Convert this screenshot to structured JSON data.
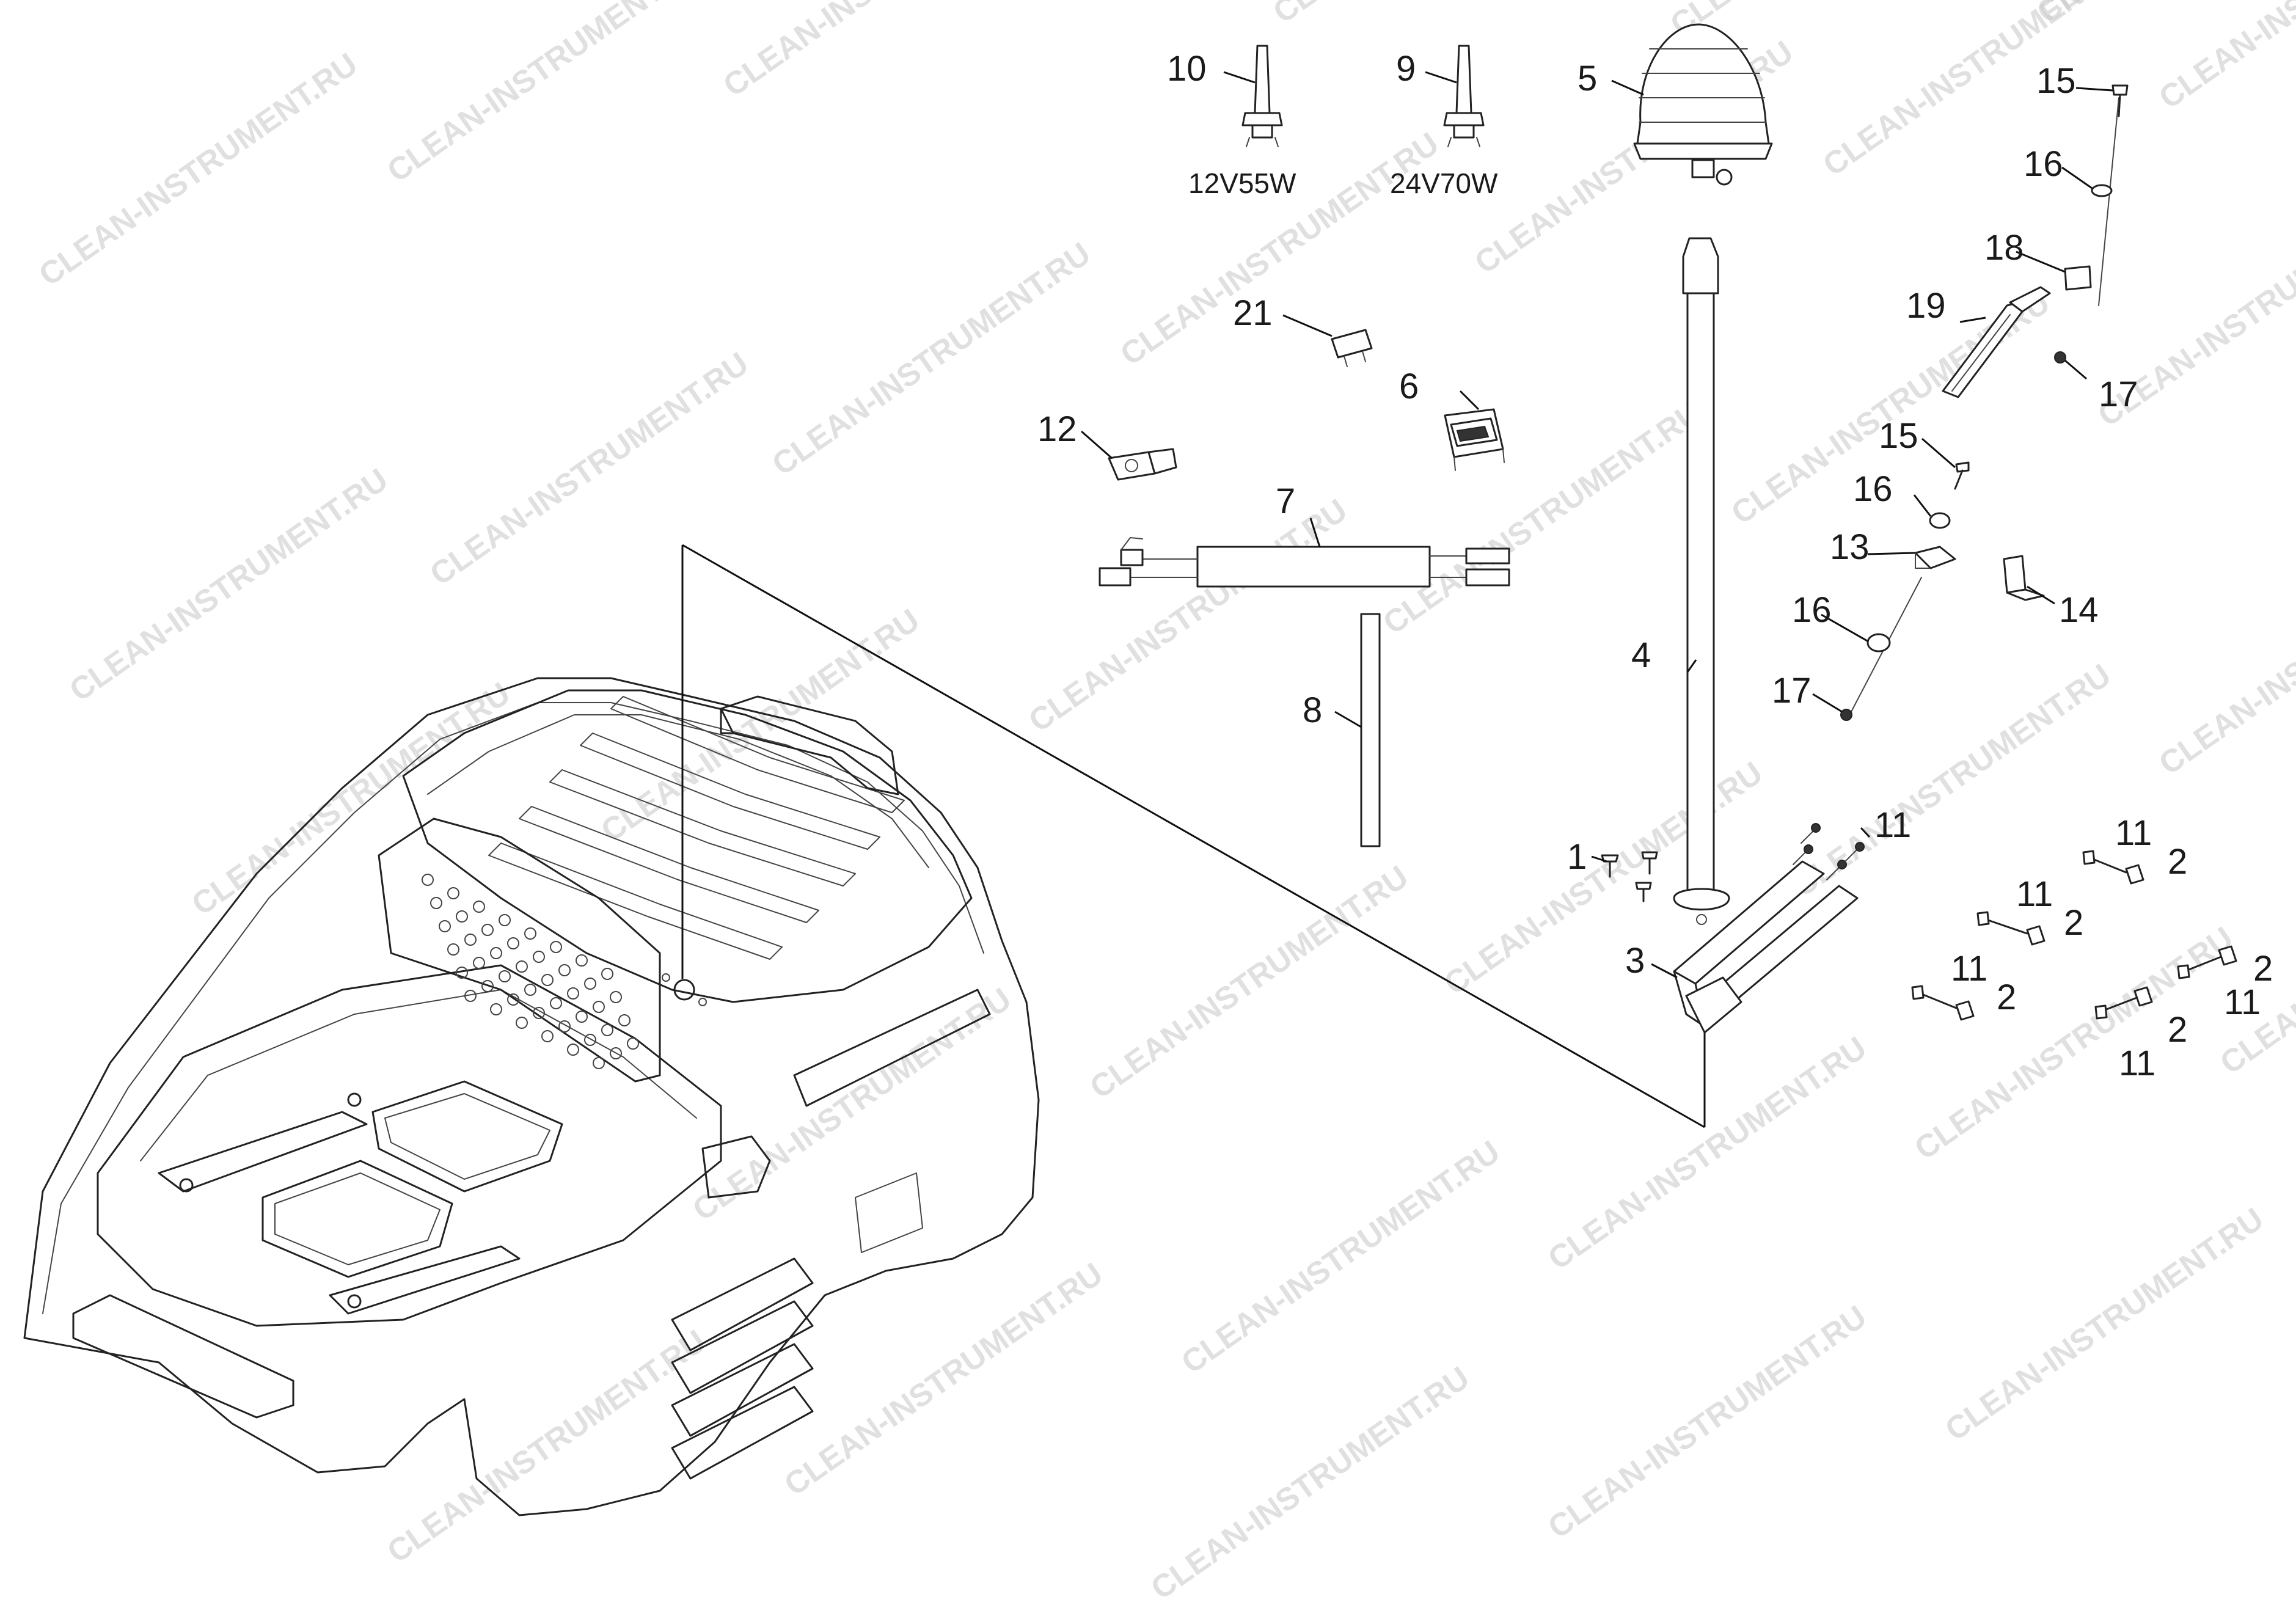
{
  "watermark": "CLEAN-INSTRUMENT.RU",
  "specs": {
    "bulb_10": "12V55W",
    "bulb_9": "24V70W"
  },
  "callouts": {
    "p1": "1",
    "p2": "2",
    "p3": "3",
    "p4": "4",
    "p5": "5",
    "p6": "6",
    "p7": "7",
    "p8": "8",
    "p9": "9",
    "p10": "10",
    "p11": "11",
    "p12": "12",
    "p13": "13",
    "p14": "14",
    "p15": "15",
    "p16": "16",
    "p17": "17",
    "p18": "18",
    "p19": "19",
    "p21": "21"
  },
  "colors": {
    "line": "#222222",
    "watermark": "#c8c8c8"
  }
}
